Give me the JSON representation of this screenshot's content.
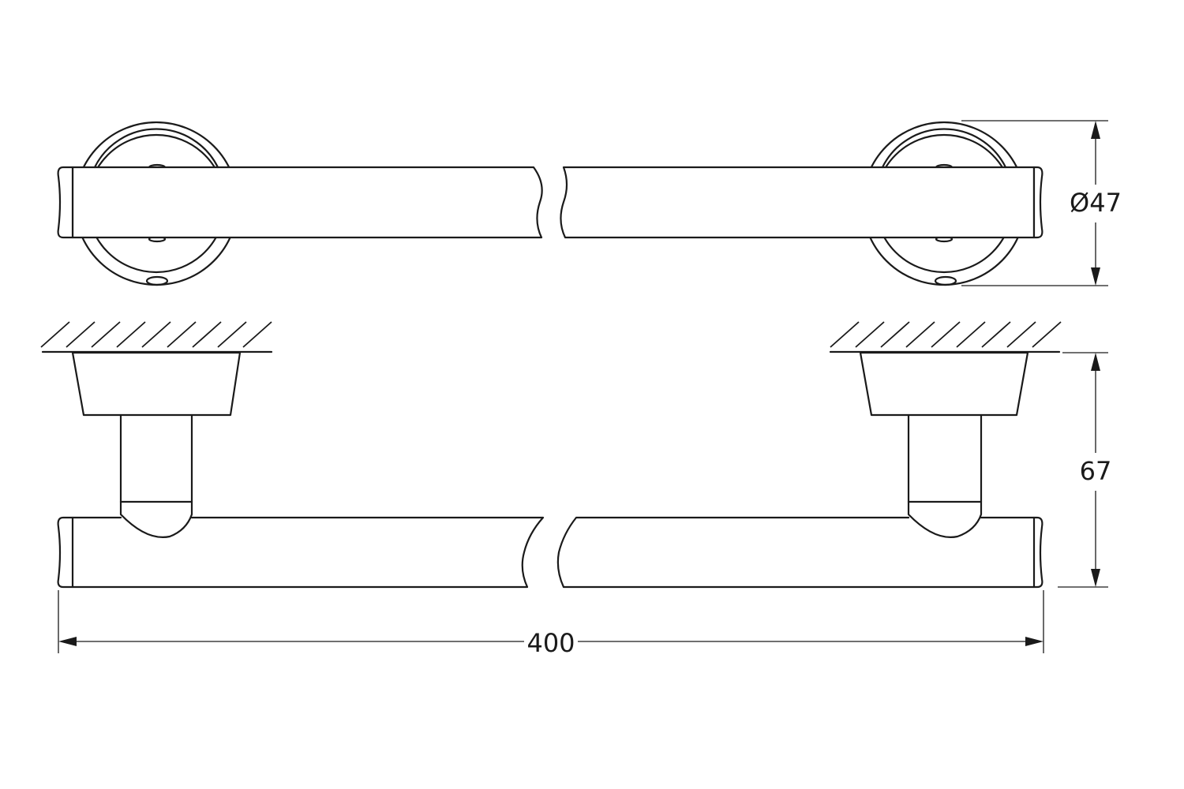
{
  "dimensions": {
    "diameter": "Ø47",
    "depth": "67",
    "length": "400"
  },
  "colors": {
    "line": "#1a1a1a",
    "background": "#ffffff"
  }
}
